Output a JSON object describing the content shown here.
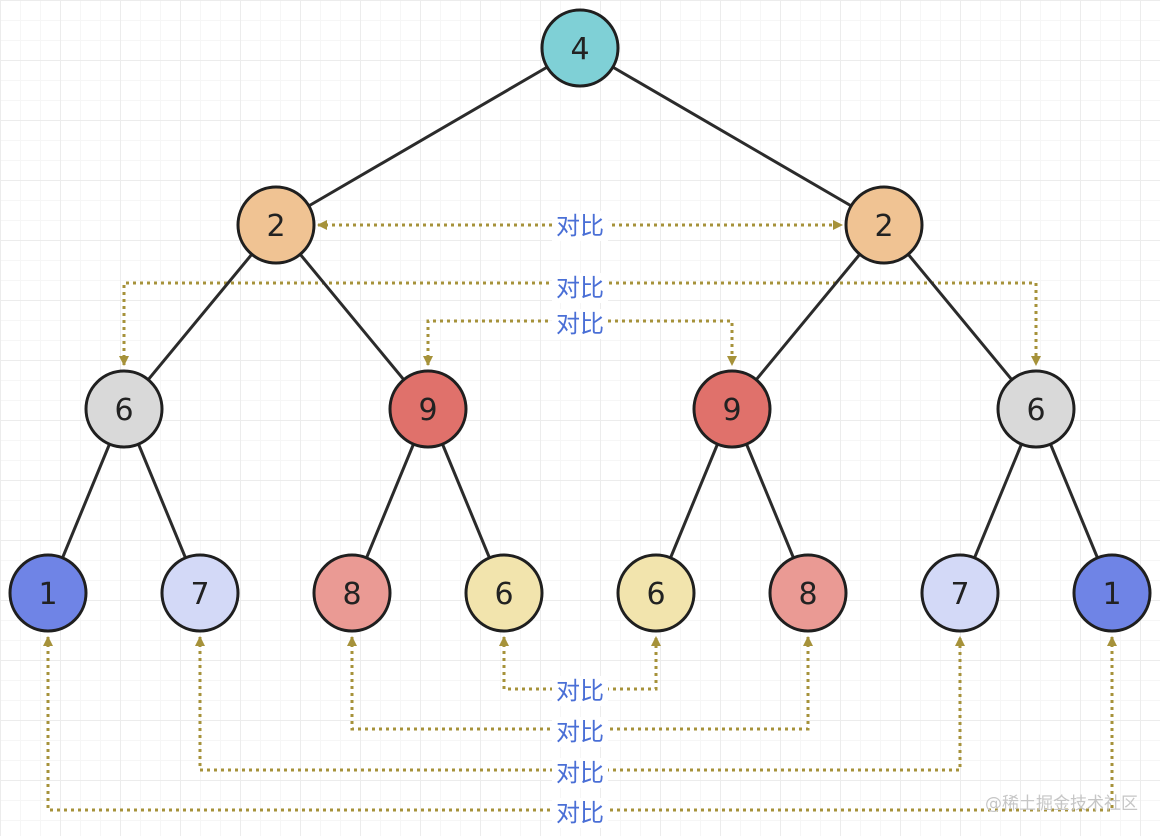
{
  "diagram": {
    "nodes": [
      {
        "id": "root",
        "label": "4",
        "fill": "#7fd0d6"
      },
      {
        "id": "l",
        "label": "2",
        "fill": "#f0c393"
      },
      {
        "id": "r",
        "label": "2",
        "fill": "#f0c393"
      },
      {
        "id": "ll",
        "label": "6",
        "fill": "#d9d9d9"
      },
      {
        "id": "lr",
        "label": "9",
        "fill": "#e0716b"
      },
      {
        "id": "rl",
        "label": "9",
        "fill": "#e0716b"
      },
      {
        "id": "rr",
        "label": "6",
        "fill": "#d9d9d9"
      },
      {
        "id": "lll",
        "label": "1",
        "fill": "#6f84e6"
      },
      {
        "id": "llr",
        "label": "7",
        "fill": "#d3d9f7"
      },
      {
        "id": "lrl",
        "label": "8",
        "fill": "#ea9a94"
      },
      {
        "id": "lrr",
        "label": "6",
        "fill": "#f2e4ad"
      },
      {
        "id": "rll",
        "label": "6",
        "fill": "#f2e4ad"
      },
      {
        "id": "rlr",
        "label": "8",
        "fill": "#ea9a94"
      },
      {
        "id": "rrl",
        "label": "7",
        "fill": "#d3d9f7"
      },
      {
        "id": "rrr",
        "label": "1",
        "fill": "#6f84e6"
      }
    ],
    "edges": [
      [
        "root",
        "l"
      ],
      [
        "root",
        "r"
      ],
      [
        "l",
        "ll"
      ],
      [
        "l",
        "lr"
      ],
      [
        "r",
        "rl"
      ],
      [
        "r",
        "rr"
      ],
      [
        "ll",
        "lll"
      ],
      [
        "ll",
        "llr"
      ],
      [
        "lr",
        "lrl"
      ],
      [
        "lr",
        "lrr"
      ],
      [
        "rl",
        "rll"
      ],
      [
        "rl",
        "rlr"
      ],
      [
        "rr",
        "rrl"
      ],
      [
        "rr",
        "rrr"
      ]
    ],
    "comparisons": [
      {
        "label": "对比",
        "from": "l",
        "to": "r",
        "kind": "horizontal"
      },
      {
        "label": "对比",
        "from": "ll",
        "to": "rr",
        "kind": "top"
      },
      {
        "label": "对比",
        "from": "lr",
        "to": "rl",
        "kind": "top"
      },
      {
        "label": "对比",
        "from": "lrr",
        "to": "rll",
        "kind": "bottom"
      },
      {
        "label": "对比",
        "from": "lrl",
        "to": "rlr",
        "kind": "bottom"
      },
      {
        "label": "对比",
        "from": "llr",
        "to": "rrl",
        "kind": "bottom"
      },
      {
        "label": "对比",
        "from": "lll",
        "to": "rrr",
        "kind": "bottom"
      }
    ],
    "colors": {
      "edge": "#2b2b2b",
      "node_border": "#1f1f1f",
      "dotted": "#a6923a",
      "compare_text": "#4a6fd6"
    }
  },
  "watermark": "@稀土掘金技术社区"
}
